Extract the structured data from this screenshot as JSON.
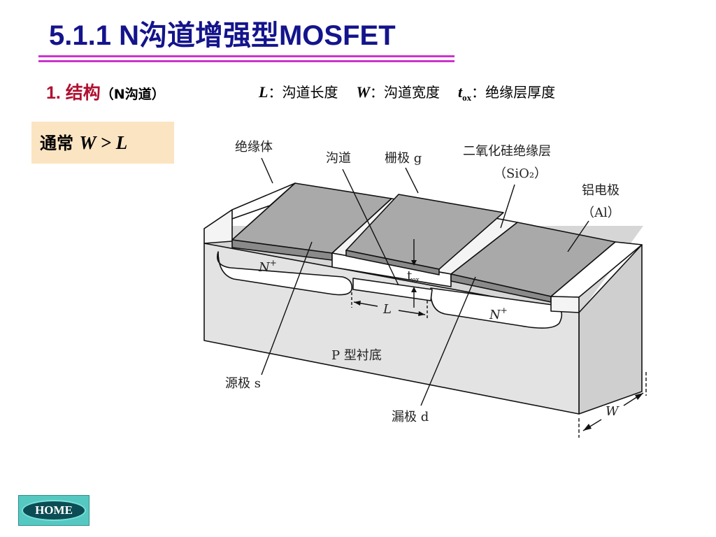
{
  "slide": {
    "title": "5.1.1  N沟道增强型MOSFET",
    "heading_number": "1. 结构",
    "heading_paren": "（N沟道）",
    "definitions": [
      {
        "symbol": "L",
        "sub": "",
        "text": "：沟道长度"
      },
      {
        "symbol": "W",
        "sub": "",
        "text": "：沟道宽度"
      },
      {
        "symbol": "t",
        "sub": "ox",
        "text": "：绝缘层厚度"
      }
    ],
    "note_text": "通常",
    "note_expr": "W > L"
  },
  "diagram": {
    "labels": {
      "insulator": "绝缘体",
      "channel": "沟道",
      "gate": "栅极 g",
      "sio2_title": "二氧化硅绝缘层",
      "sio2_formula": "（SiO₂）",
      "al_title": "铝电极",
      "al_formula": "（Al）",
      "n_plus_left": "N",
      "n_plus_right": "N",
      "plus": "+",
      "tox": "t",
      "tox_sub": "ox",
      "length": "L",
      "substrate": "P 型衬底",
      "source": "源极 s",
      "drain": "漏极 d",
      "width": "W"
    }
  },
  "nav": {
    "home_label": "HOME"
  }
}
